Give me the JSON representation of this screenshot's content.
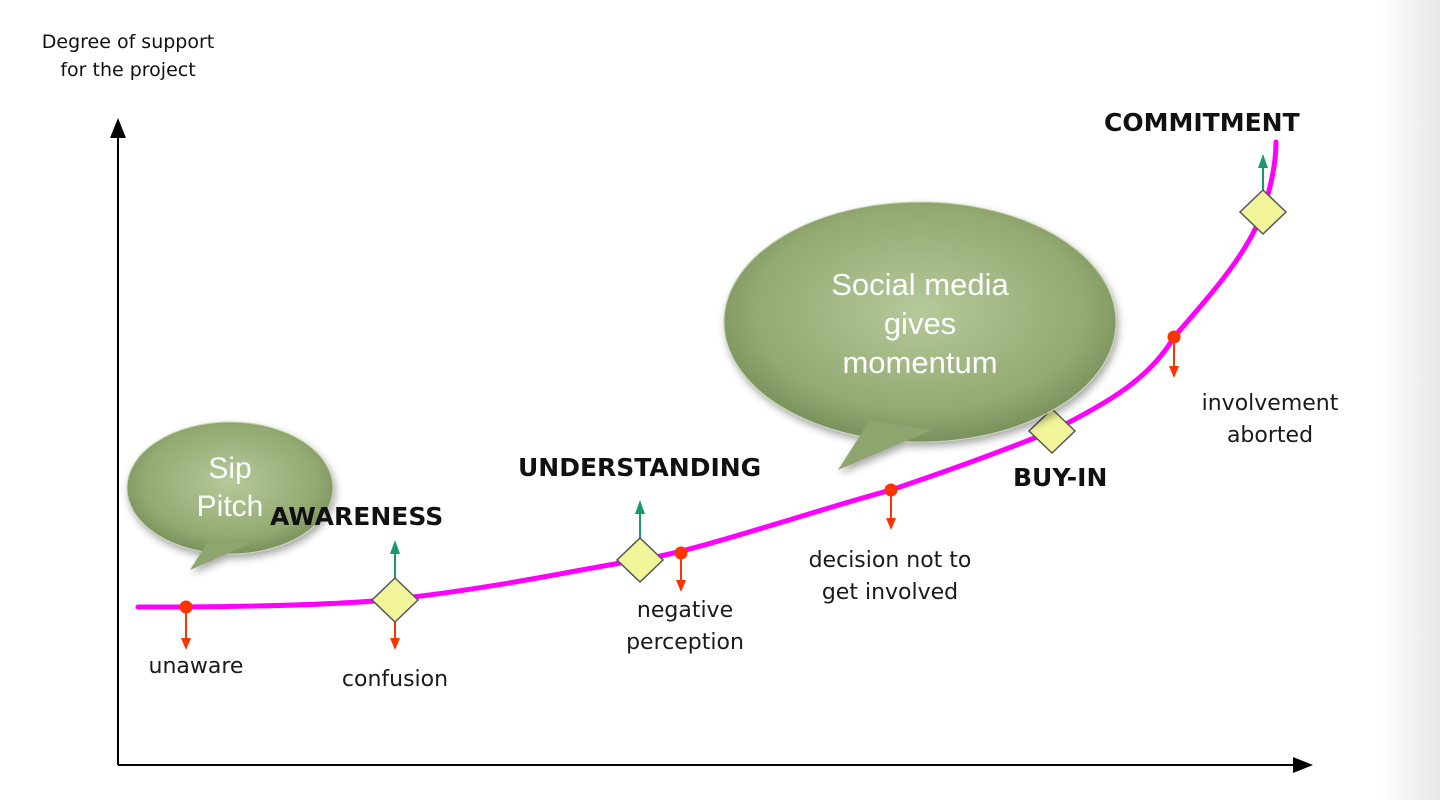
{
  "y_axis_label": "Degree of support\nfor the project",
  "stages": {
    "awareness": "AWARENESS",
    "understanding": "UNDERSTANDING",
    "buy_in": "BUY-IN",
    "commitment": "COMMITMENT"
  },
  "outcomes": {
    "unaware": "unaware",
    "confusion": "confusion",
    "negative_perception": "negative\nperception",
    "decision_not_to_get_involved": "decision not to\nget involved",
    "involvement_aborted": "involvement\naborted"
  },
  "callouts": {
    "small": "Sip\nPitch",
    "large": "Social media\ngives\nmomentum"
  },
  "colors": {
    "curve": "#ff00ff",
    "negative_dot": "#ff3300",
    "negative_arrow": "#ff3300",
    "positive_arrow": "#1a9970",
    "diamond_fill": "#f2f59a",
    "bubble_fill": "#8fa56f",
    "axis": "#000000",
    "right_panel": "#ececec"
  }
}
